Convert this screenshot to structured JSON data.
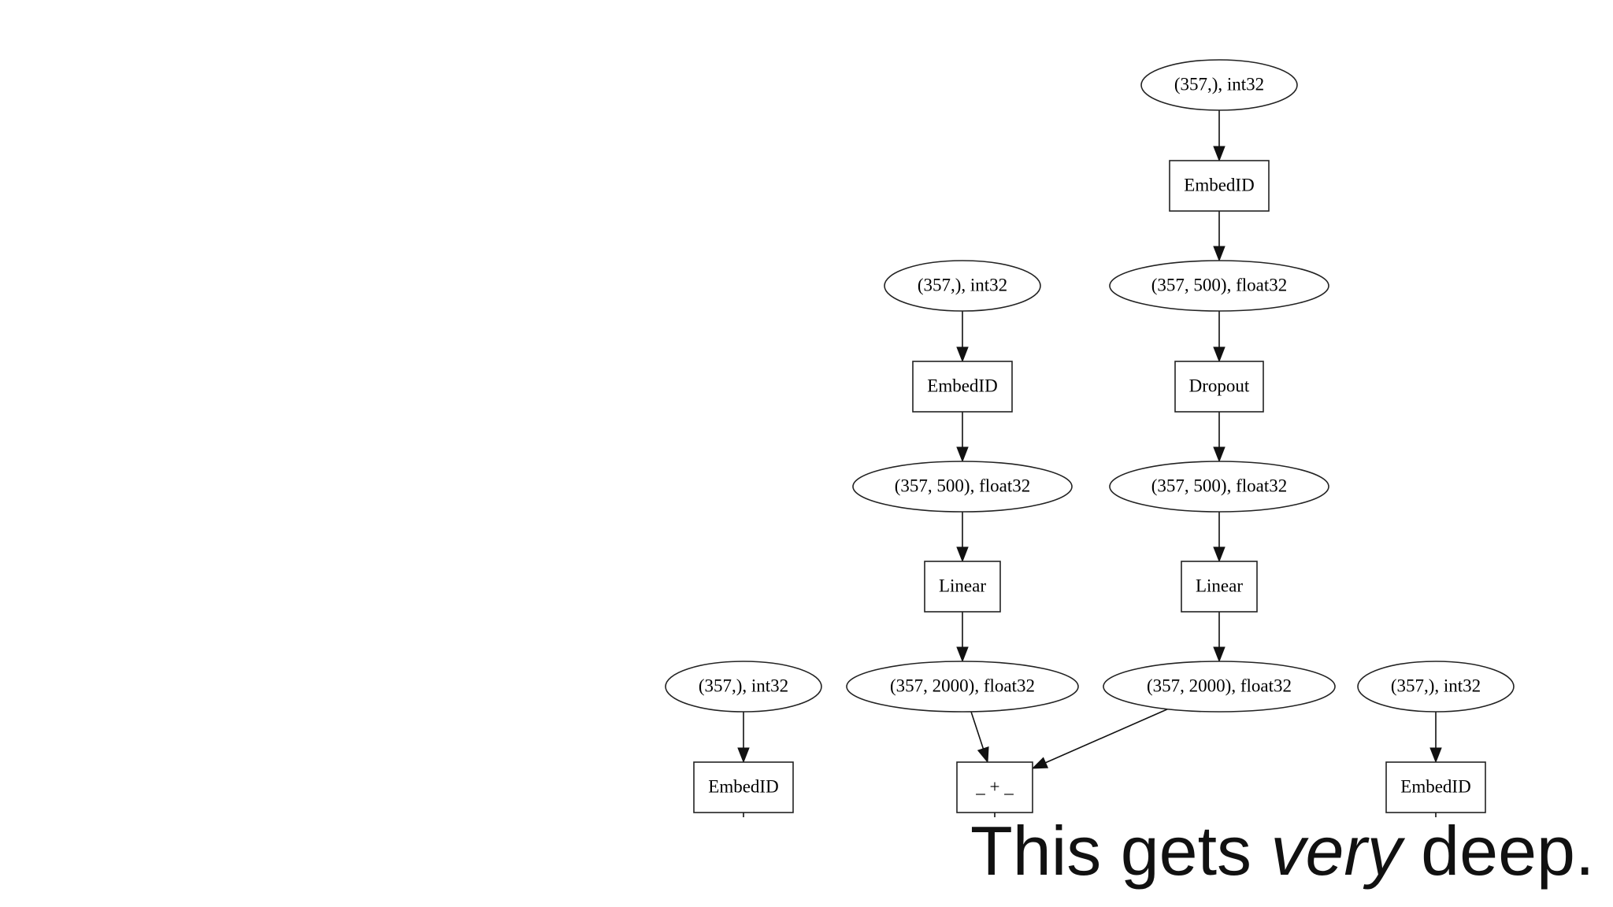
{
  "diagram": {
    "nodes": [
      {
        "id": "n1",
        "label": "(357,), int32",
        "shape": "ellipse"
      },
      {
        "id": "n2",
        "label": "EmbedID",
        "shape": "box"
      },
      {
        "id": "n3",
        "label": "(357, 500), float32",
        "shape": "ellipse"
      },
      {
        "id": "n4",
        "label": "Dropout",
        "shape": "box"
      },
      {
        "id": "n5",
        "label": "(357, 500), float32",
        "shape": "ellipse"
      },
      {
        "id": "n6",
        "label": "Linear",
        "shape": "box"
      },
      {
        "id": "n7",
        "label": "(357, 2000), float32",
        "shape": "ellipse"
      },
      {
        "id": "n8",
        "label": "(357,), int32",
        "shape": "ellipse"
      },
      {
        "id": "n9",
        "label": "EmbedID",
        "shape": "box"
      },
      {
        "id": "n10",
        "label": "(357, 500), float32",
        "shape": "ellipse"
      },
      {
        "id": "n11",
        "label": "Linear",
        "shape": "box"
      },
      {
        "id": "n12",
        "label": "(357, 2000), float32",
        "shape": "ellipse"
      },
      {
        "id": "n13",
        "label": "_ + _",
        "shape": "box"
      },
      {
        "id": "n14",
        "label": "(357,), int32",
        "shape": "ellipse"
      },
      {
        "id": "n15",
        "label": "EmbedID",
        "shape": "box"
      },
      {
        "id": "n16",
        "label": "(357,), int32",
        "shape": "ellipse"
      },
      {
        "id": "n17",
        "label": "EmbedID",
        "shape": "box"
      }
    ],
    "edges": [
      {
        "from": "n1",
        "to": "n2"
      },
      {
        "from": "n2",
        "to": "n3"
      },
      {
        "from": "n3",
        "to": "n4"
      },
      {
        "from": "n4",
        "to": "n5"
      },
      {
        "from": "n5",
        "to": "n6"
      },
      {
        "from": "n6",
        "to": "n7"
      },
      {
        "from": "n8",
        "to": "n9"
      },
      {
        "from": "n9",
        "to": "n10"
      },
      {
        "from": "n10",
        "to": "n11"
      },
      {
        "from": "n11",
        "to": "n12"
      },
      {
        "from": "n12",
        "to": "n13"
      },
      {
        "from": "n7",
        "to": "n13"
      },
      {
        "from": "n14",
        "to": "n15"
      },
      {
        "from": "n16",
        "to": "n17"
      }
    ]
  },
  "caption": {
    "before": "This gets ",
    "emphasis": "very",
    "after": " deep."
  }
}
